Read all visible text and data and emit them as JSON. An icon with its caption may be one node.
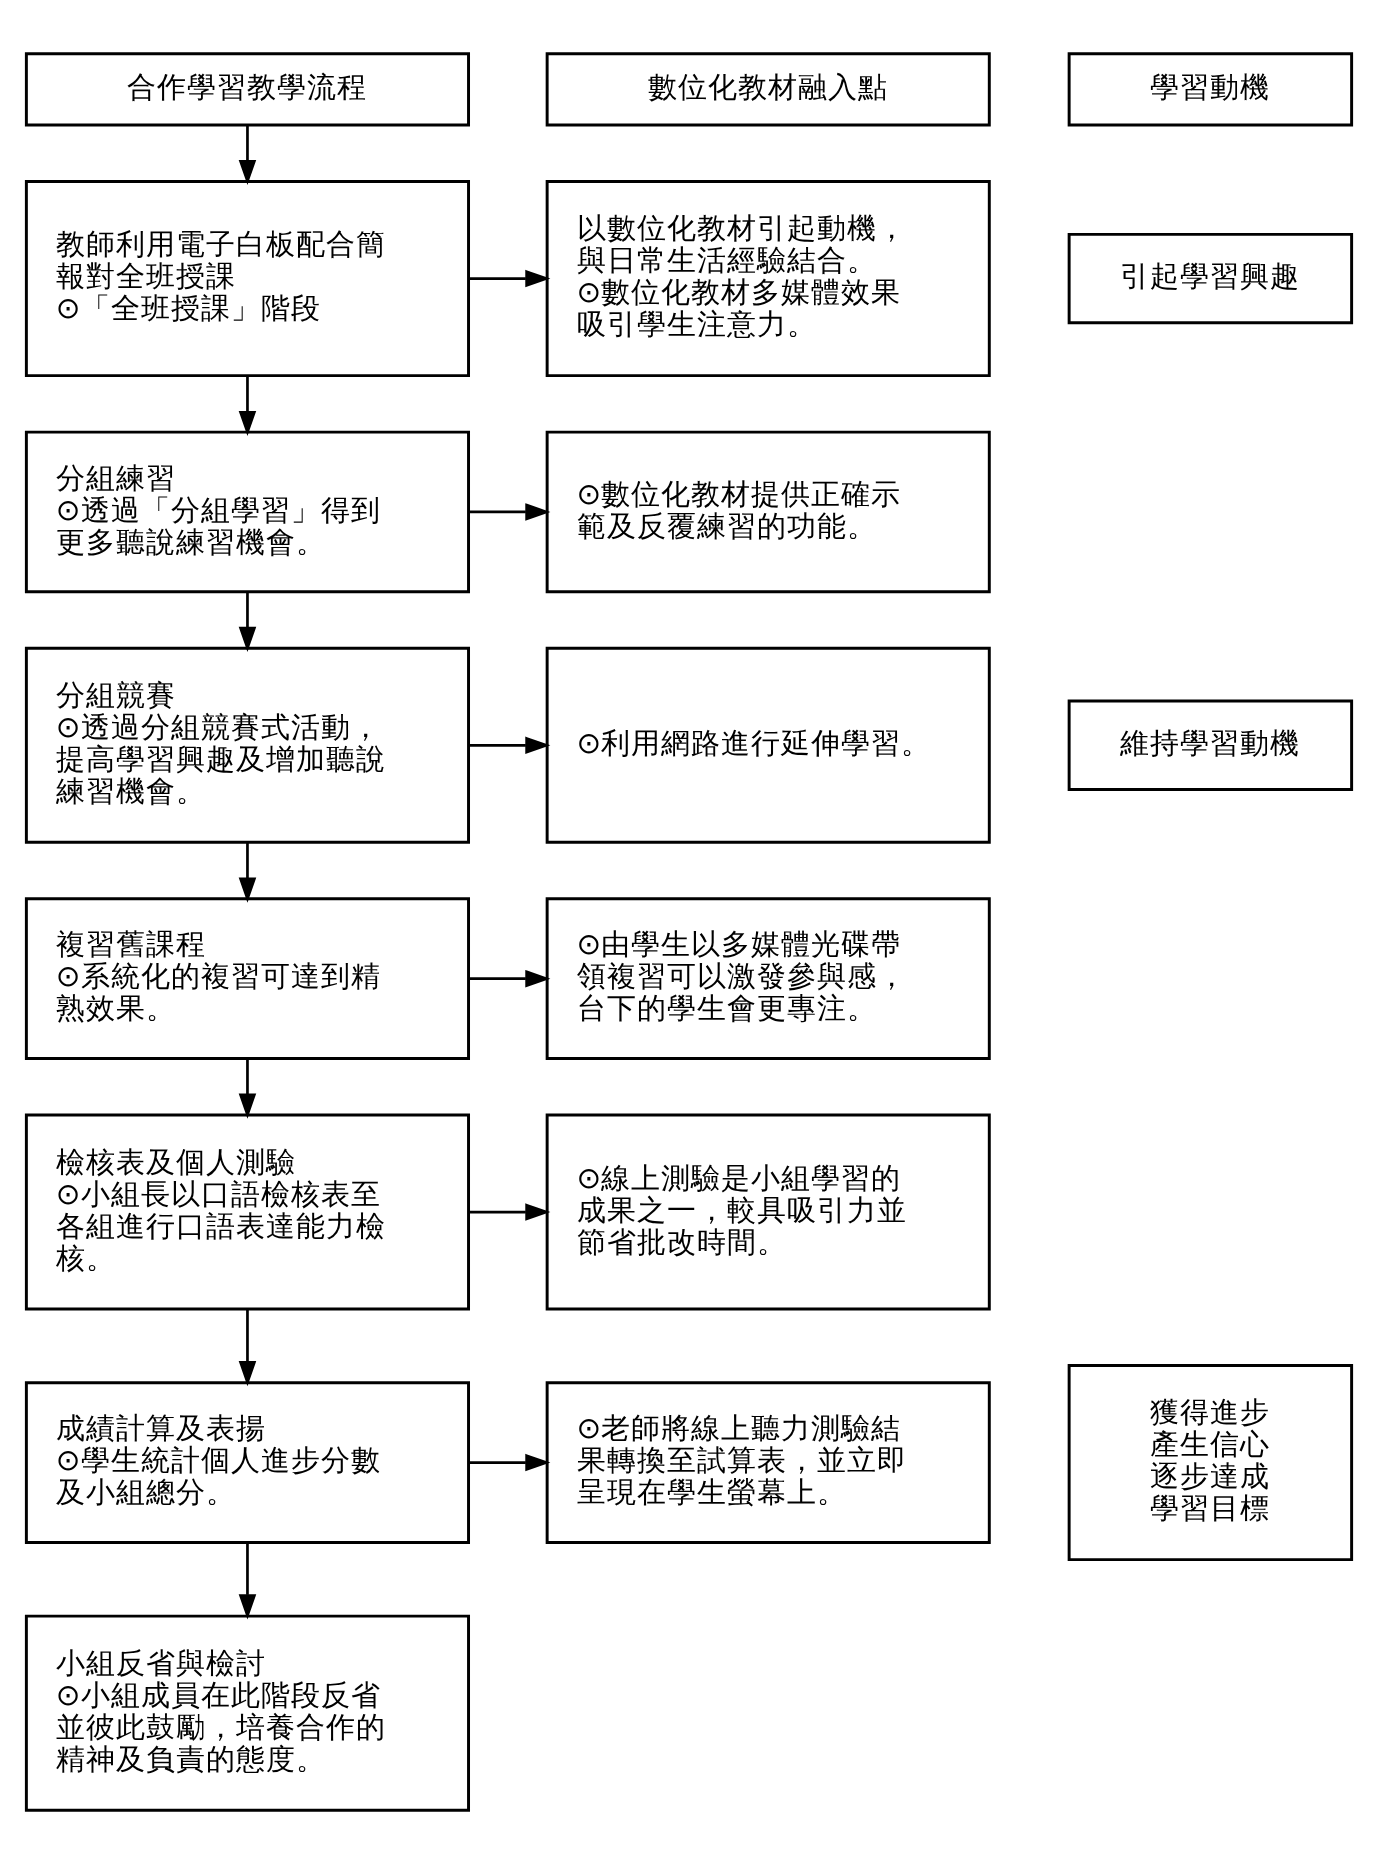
{
  "diagram": {
    "nodes": [
      {
        "text": [
          "合作學習教學流程"
        ]
      },
      {
        "text": [
          "數位化教材融入點"
        ]
      },
      {
        "text": [
          "學習動機"
        ]
      },
      {
        "text": [
          "教師利用電子白板配合簡報對全班授課",
          "⊙「全班授課」階段"
        ]
      },
      {
        "text": [
          "以數位化教材引起動機，與日常生活經驗結合。",
          "⊙數位化教材多媒體效果吸引學生注意力。"
        ]
      },
      {
        "text": [
          "引起學習興趣"
        ]
      },
      {
        "text": [
          "分組練習",
          "⊙透過「分組學習」得到更多聽說練習機會。"
        ]
      },
      {
        "text": [
          "⊙數位化教材提供正確示範及反覆練習的功能。"
        ]
      },
      {
        "text": [
          "維持學習動機"
        ]
      },
      {
        "text": [
          "分組競賽",
          "⊙透過分組競賽式活動，提高學習興趣及增加聽說練習機會。"
        ]
      },
      {
        "text": [
          "⊙利用網路進行延伸學習。"
        ]
      },
      {
        "text": [
          "複習舊課程",
          "⊙系統化的複習可達到精熟效果。"
        ]
      },
      {
        "text": [
          "⊙由學生以多媒體光碟帶領複習可以激發參與感，台下的學生會更專注。"
        ]
      },
      {
        "text": [
          "檢核表及個人測驗",
          "⊙小組長以口語檢核表至各組進行口語表達能力檢核。"
        ]
      },
      {
        "text": [
          "⊙線上測驗是小組學習的成果之一，較具吸引力並節省批改時間。"
        ]
      },
      {
        "text": [
          "獲得進步產生信心逐步達成學習目標"
        ]
      },
      {
        "text": [
          "成績計算及表揚",
          "⊙學生統計個人進步分數及小組總分。"
        ]
      },
      {
        "text": [
          "⊙老師將線上聽力測驗結果轉換至試算表，並立即呈現在學生螢幕上。"
        ]
      },
      {
        "text": [
          "小組反省與檢討",
          "⊙小組成員在此階段反省並彼此鼓勵，培養合作的精神及負責的態度。"
        ]
      }
    ],
    "edges": [
      {
        "from": 0,
        "to": 3,
        "arrow": "to"
      },
      {
        "from": 3,
        "to": 4,
        "arrow": "to"
      },
      {
        "from": 3,
        "to": 6,
        "arrow": "to"
      },
      {
        "from": 6,
        "to": 7,
        "arrow": "to"
      },
      {
        "from": 6,
        "to": 9,
        "arrow": "to"
      },
      {
        "from": 9,
        "to": 10,
        "arrow": "to"
      },
      {
        "from": 9,
        "to": 11,
        "arrow": "to"
      },
      {
        "from": 11,
        "to": 12,
        "arrow": "to"
      },
      {
        "from": 11,
        "to": 13,
        "arrow": "to"
      },
      {
        "from": 13,
        "to": 14,
        "arrow": "to"
      },
      {
        "from": 13,
        "to": 16,
        "arrow": "to"
      },
      {
        "from": 16,
        "to": 17,
        "arrow": "to"
      },
      {
        "from": 16,
        "to": 18,
        "arrow": "to"
      }
    ]
  }
}
